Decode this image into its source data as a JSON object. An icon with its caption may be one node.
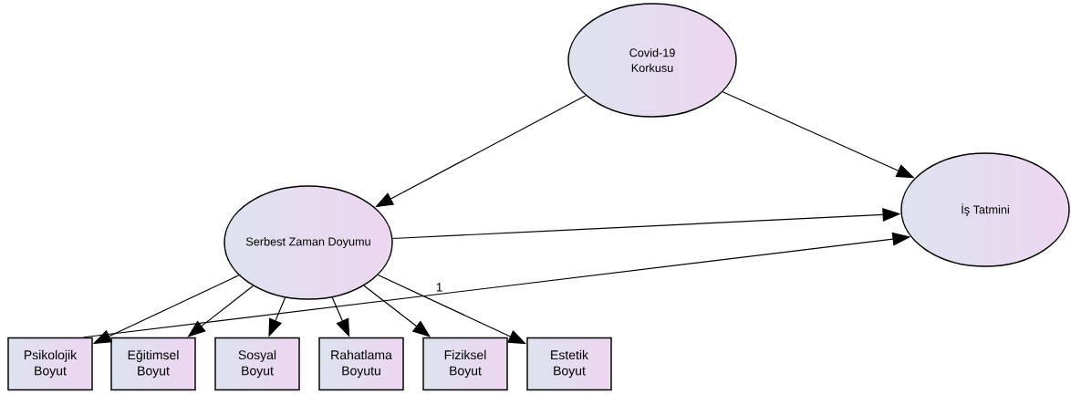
{
  "diagram": {
    "nodes": [
      {
        "text": [
          "Covid-19 Korkusu"
        ]
      },
      {
        "text": [
          "Serbest Zaman Doyumu"
        ]
      },
      {
        "text": [
          "İş Tatmini"
        ]
      },
      {
        "text": [
          "Psikolojik Boyut"
        ]
      },
      {
        "text": [
          "Eğitimsel Boyut"
        ]
      },
      {
        "text": [
          "Sosyal Boyut"
        ]
      },
      {
        "text": [
          "Rahatlama Boyutu"
        ]
      },
      {
        "text": [
          "Fiziksel Boyut"
        ]
      },
      {
        "text": [
          "Estetik Boyut"
        ]
      }
    ],
    "edges": [
      {
        "from": 0,
        "to": 1,
        "arrow": "to"
      },
      {
        "from": 0,
        "to": 2,
        "arrow": "to"
      },
      {
        "from": 1,
        "to": 2,
        "arrow": "to"
      },
      {
        "from": 3,
        "to": 2,
        "arrow": "to",
        "label": "1"
      },
      {
        "from": 1,
        "to": 3,
        "arrow": "to"
      },
      {
        "from": 1,
        "to": 4,
        "arrow": "to"
      },
      {
        "from": 1,
        "to": 5,
        "arrow": "to"
      },
      {
        "from": 1,
        "to": 6,
        "arrow": "to"
      },
      {
        "from": 1,
        "to": 7,
        "arrow": "to"
      },
      {
        "from": 1,
        "to": 8,
        "arrow": "to"
      }
    ]
  }
}
